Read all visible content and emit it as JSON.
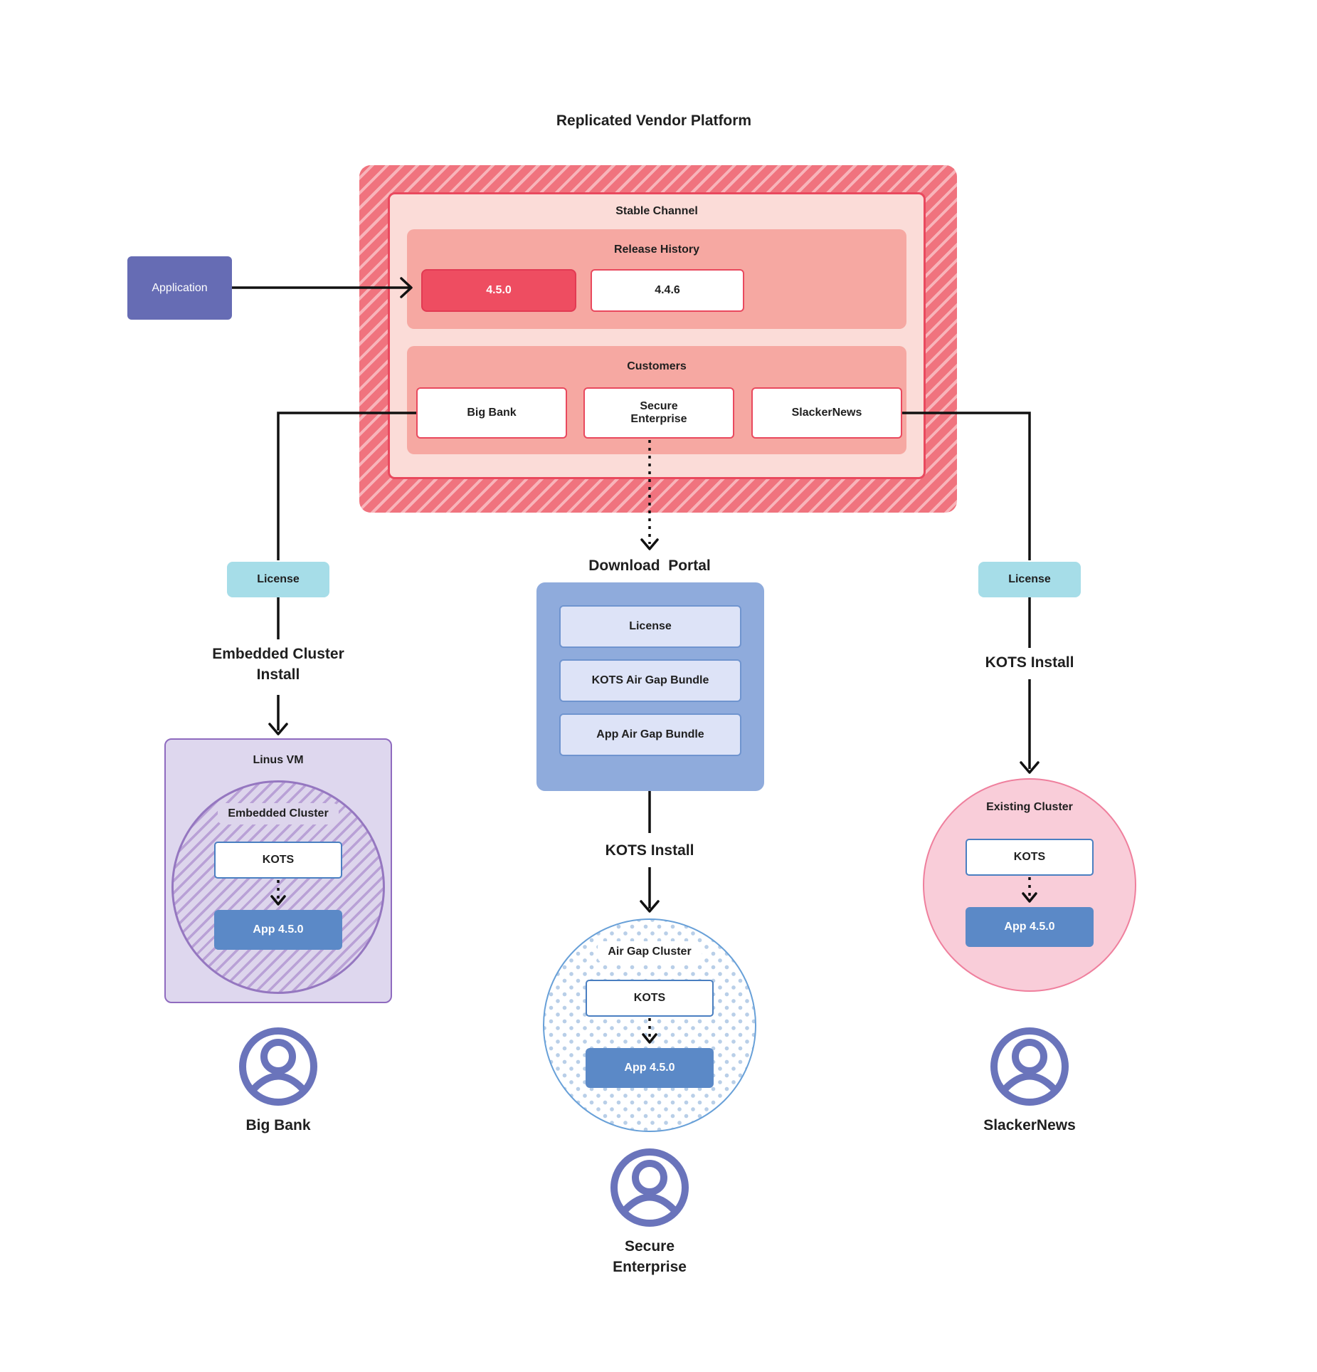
{
  "title": "Replicated Vendor Platform",
  "platform": {
    "channel": "Stable Channel",
    "release_history": {
      "label": "Release History",
      "current_version": "4.5.0",
      "previous_version": "4.4.6"
    },
    "customers": {
      "label": "Customers",
      "big_bank": "Big Bank",
      "secure_enterprise": "Secure Enterprise",
      "slackernews": "SlackerNews"
    }
  },
  "application": {
    "label": "Application"
  },
  "download_portal": {
    "title": "Download  Portal",
    "license": "License",
    "kots_bundle": "KOTS Air Gap Bundle",
    "app_bundle": "App Air Gap Bundle"
  },
  "flows": {
    "big_bank": {
      "license": "License",
      "install": "Embedded Cluster Install",
      "host": "Linus VM",
      "cluster": "Embedded Cluster",
      "kots": "KOTS",
      "app": "App 4.5.0",
      "user": "Big Bank"
    },
    "secure_enterprise": {
      "install": "KOTS Install",
      "cluster": "Air Gap Cluster",
      "kots": "KOTS",
      "app": "App 4.5.0",
      "user": "Secure Enterprise"
    },
    "slackernews": {
      "license": "License",
      "install": "KOTS Install",
      "cluster": "Existing Cluster",
      "kots": "KOTS",
      "app": "App 4.5.0",
      "user": "SlackerNews"
    }
  },
  "colors": {
    "stripe_dark": "#f0737e",
    "stripe_light": "#f8b4ba",
    "channel_bg": "#fbdcd8",
    "channel_border": "#e9495e",
    "section_bg": "#f6a8a2",
    "current_release_bg": "#ee4d61",
    "application_bg": "#666cb4",
    "license_chip_bg": "#a6dde8",
    "portal_bg": "#8fabdc",
    "portal_item_bg": "#dde3f7",
    "portal_item_border": "#6f94cf",
    "app_box_bg": "#5b89c7",
    "kots_border": "#4a7fc1",
    "vm_bg": "#ded7ee",
    "vm_border": "#8f6bbf",
    "embedded_stripe": "#b9a1d6",
    "embedded_bg": "#ddd5ec",
    "airgap_dot": "#b9cfe8",
    "airgap_border": "#68a0d8",
    "existing_bg": "#f9cdd9",
    "existing_border": "#ef7f9d",
    "user_icon": "#6a74bb",
    "connector": "#111111"
  }
}
